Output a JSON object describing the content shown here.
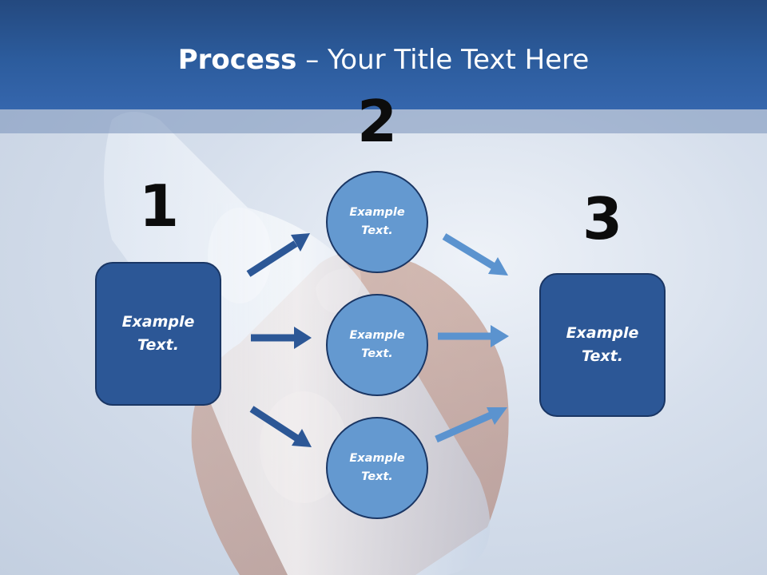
{
  "slide": {
    "title_bold": "Process",
    "title_rest": " – Your Title Text Here"
  },
  "steps": [
    {
      "number": "1"
    },
    {
      "number": "2"
    },
    {
      "number": "3"
    }
  ],
  "left_box": {
    "text": "Example\nText."
  },
  "right_box": {
    "text": "Example\nText."
  },
  "circles": [
    {
      "text": "Example\nText."
    },
    {
      "text": "Example\nText."
    },
    {
      "text": "Example\nText."
    }
  ],
  "colors": {
    "title_bar": "#2c5c9d",
    "box_fill": "#2c5796",
    "circle_fill": "#6499d0",
    "border": "#1a3664",
    "arrow_dark": "#2c5796",
    "arrow_light": "#5b93cf"
  }
}
